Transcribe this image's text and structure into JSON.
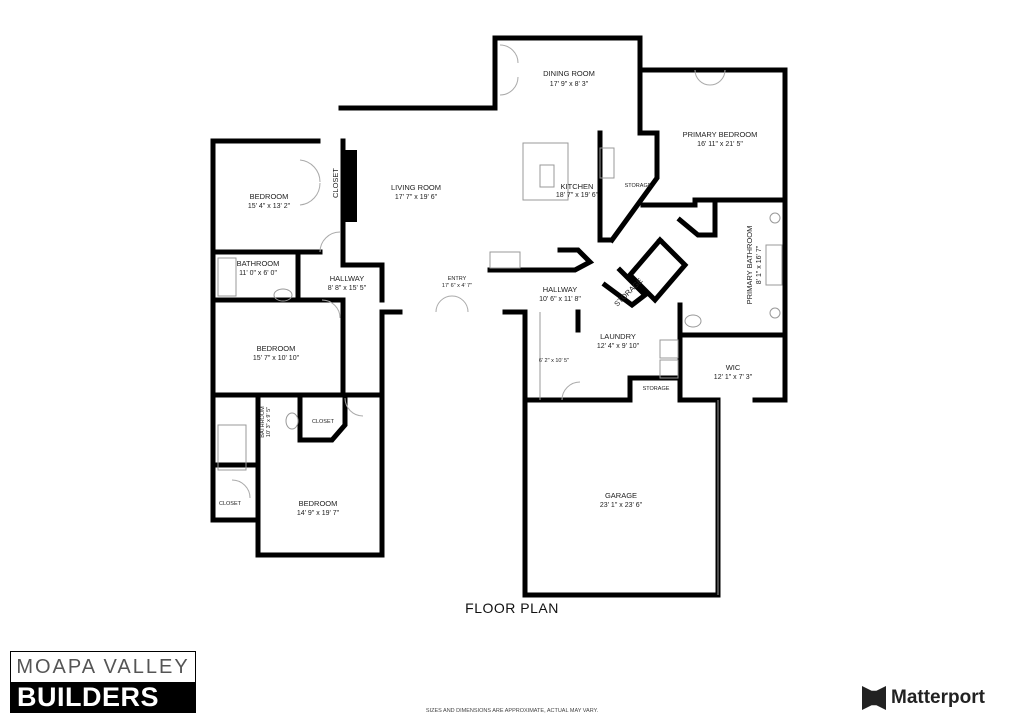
{
  "plan": {
    "title": "FLOOR PLAN",
    "disclaimer": "SIZES AND DIMENSIONS ARE APPROXIMATE, ACTUAL MAY VARY.",
    "rooms": [
      {
        "name": "DINING ROOM",
        "dims": "17' 9\" x 8' 3\""
      },
      {
        "name": "PRIMARY BEDROOM",
        "dims": "16' 11\" x 21' 5\""
      },
      {
        "name": "BEDROOM",
        "dims": "15' 4\" x 13' 2\""
      },
      {
        "name": "LIVING ROOM",
        "dims": "17' 7\" x 19' 6\""
      },
      {
        "name": "KITCHEN",
        "dims": "18' 7\" x 19' 6\""
      },
      {
        "name": "BATHROOM",
        "dims": "11' 0\" x 6' 0\""
      },
      {
        "name": "HALLWAY",
        "dims": "8' 8\" x 15' 5\""
      },
      {
        "name": "ENTRY",
        "dims": "17' 6\" x 4' 7\""
      },
      {
        "name": "HALLWAY",
        "dims": "10' 6\" x 11' 8\""
      },
      {
        "name": "PRIMARY BATHROOM",
        "dims": "8' 1\" x 16' 7\""
      },
      {
        "name": "LAUNDRY",
        "dims": "12' 4\" x 9' 10\""
      },
      {
        "name": "WIC",
        "dims": "12' 1\" x 7' 3\""
      },
      {
        "name": "BEDROOM",
        "dims": "15' 7\" x 10' 10\""
      },
      {
        "name": "BATHROOM",
        "dims": "10' 3\" x 9' 5\""
      },
      {
        "name": "BEDROOM",
        "dims": "14' 9\" x 19' 7\""
      },
      {
        "name": "GARAGE",
        "dims": "23' 1\" x 23' 6\""
      }
    ],
    "labels": {
      "closet": "CLOSET",
      "storage": "STORAGE",
      "closet_small": "CLOSET",
      "mud_dims": "6' 2\" x 10' 5\""
    }
  },
  "logo": {
    "line1": "MOAPA VALLEY",
    "line2": "BUILDERS"
  },
  "brand": {
    "name": "Matterport"
  }
}
